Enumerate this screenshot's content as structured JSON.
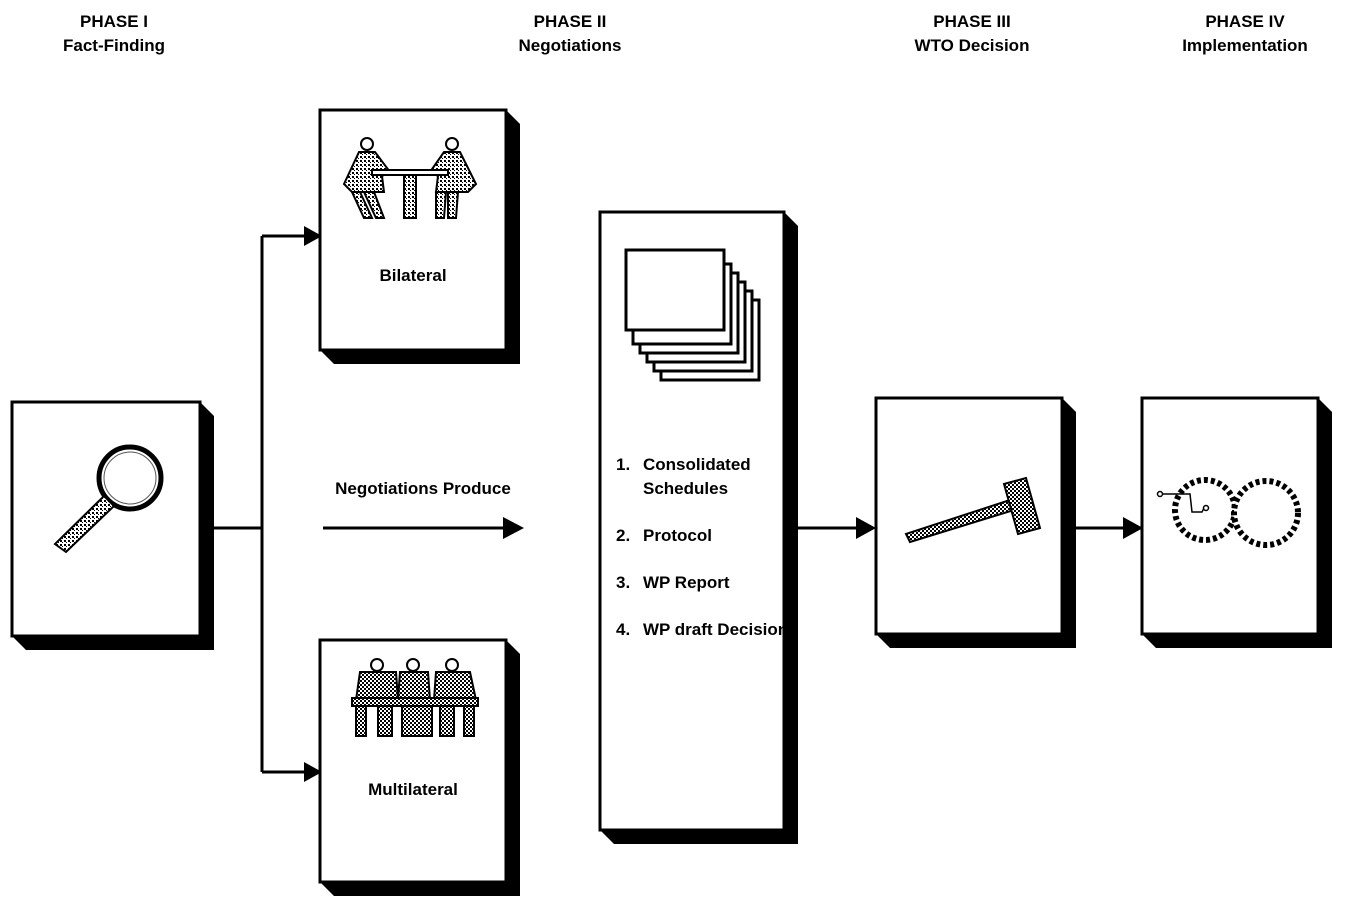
{
  "phases": [
    {
      "title": "PHASE I",
      "subtitle": "Fact-Finding"
    },
    {
      "title": "PHASE II",
      "subtitle": "Negotiations"
    },
    {
      "title": "PHASE III",
      "subtitle": "WTO Decision"
    },
    {
      "title": "PHASE IV",
      "subtitle": "Implementation"
    }
  ],
  "boxes": {
    "bilateral": "Bilateral",
    "multilateral": "Multilateral"
  },
  "arrow_label": "Negotiations Produce",
  "outputs": [
    {
      "num": "1.",
      "text": "Consolidated Schedules"
    },
    {
      "num": "2.",
      "text": "Protocol"
    },
    {
      "num": "3.",
      "text": "WP Report"
    },
    {
      "num": "4.",
      "text": "WP draft Decision"
    }
  ],
  "icons": [
    "magnifier-icon",
    "two-people-negotiating-icon",
    "group-meeting-icon",
    "stacked-documents-icon",
    "gavel-icon",
    "gears-icon"
  ]
}
